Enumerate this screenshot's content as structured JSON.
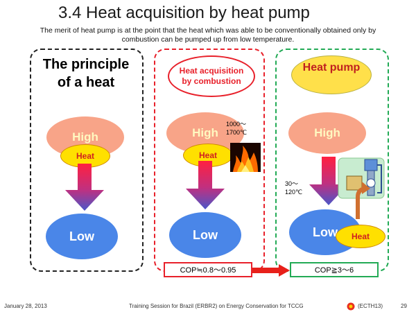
{
  "slide": {
    "title": "3.4  Heat acquisition by heat pump",
    "subtitle": "The merit of heat pump is at the point that the heat which was able to be conventionally obtained only by combustion can be pumped up from low temperature."
  },
  "panel1": {
    "heading": "The principle of a heat",
    "high": "High",
    "heat": "Heat",
    "low": "Low"
  },
  "panel2": {
    "heading": "Heat acquisition by combustion",
    "high": "High",
    "heat": "Heat",
    "low": "Low",
    "temp_line1": "1000～",
    "temp_line2": "1700℃",
    "cop": "COP≒0.8～0.95"
  },
  "panel3": {
    "heading": "Heat pump",
    "high": "High",
    "heat": "Heat",
    "low": "Low",
    "temp_line1": "30～",
    "temp_line2": "120℃",
    "cop": "COP≧3～6"
  },
  "footer": {
    "date": "January 28, 2013",
    "center": "Training Session for Brazil (ERBR2) on Energy Conservation for TCCG",
    "right": "(ECTH13)",
    "page": "29"
  },
  "colors": {
    "red": "#e8202a",
    "green": "#22aa55",
    "blue": "#4a86e8",
    "salmon": "#f8a488",
    "yellow": "#ffe000"
  }
}
